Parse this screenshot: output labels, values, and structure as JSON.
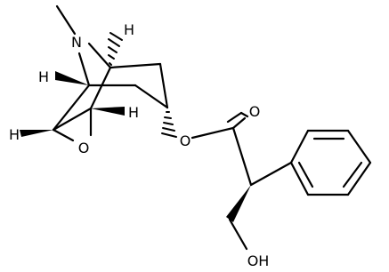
{
  "molecule": {
    "atoms": {
      "n": "N",
      "o_epoxide": "O",
      "o_ester": "O",
      "o_carbonyl": "O",
      "hydroxyl": "OH",
      "h_top": "H",
      "h_left_upper": "H",
      "h_left_lower": "H",
      "h_center": "H"
    }
  }
}
